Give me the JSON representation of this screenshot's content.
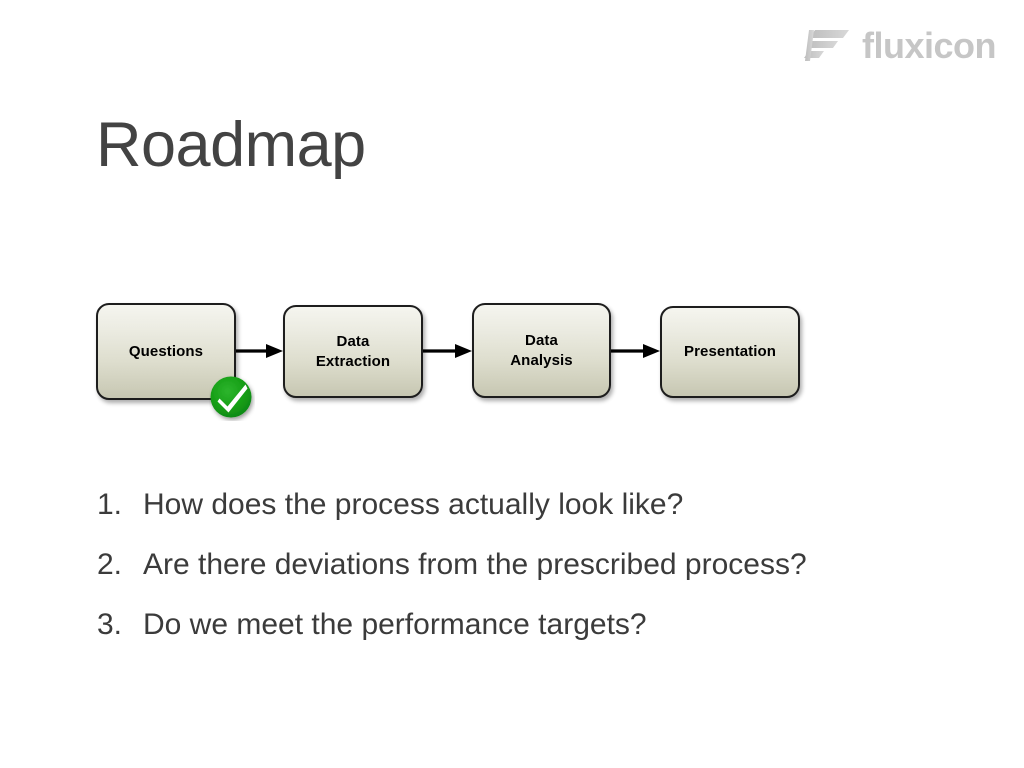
{
  "brand": {
    "name": "fluxicon",
    "mark_icon": "fluxicon-f-logo-icon",
    "wordmark_color": "#c6c6c6"
  },
  "slide": {
    "title": "Roadmap",
    "title_color": "#434343",
    "background_color": "#ffffff"
  },
  "diagram": {
    "name": "process-roadmap-flow",
    "box_border_color": "#1d1d1d",
    "box_fill_top": "#f5f5ef",
    "box_fill_bottom": "#c7c7b2",
    "arrow_color": "#000000",
    "boxes": [
      {
        "label": "Questions",
        "completed": true
      },
      {
        "label": "Data\nExtraction",
        "line1": "Data",
        "line2": "Extraction",
        "completed": false
      },
      {
        "label": "Data\nAnalysis",
        "line1": "Data",
        "line2": "Analysis",
        "completed": false
      },
      {
        "label": "Presentation",
        "line1": "Presentation",
        "line2": "",
        "completed": false
      }
    ],
    "arrows": [
      {
        "from": "Questions",
        "to": "Data Extraction"
      },
      {
        "from": "Data Extraction",
        "to": "Data Analysis"
      },
      {
        "from": "Data Analysis",
        "to": "Presentation"
      }
    ],
    "badge": {
      "icon": "check-circle-icon",
      "attached_to": "Questions",
      "circle_color": "#169b16",
      "check_color": "#ffffff"
    }
  },
  "questions": {
    "items": [
      {
        "number": "1.",
        "text": "How does the process actually look like?"
      },
      {
        "number": "2.",
        "text": "Are there deviations from the prescribed process?"
      },
      {
        "number": "3.",
        "text": "Do we meet the performance targets?"
      }
    ]
  }
}
